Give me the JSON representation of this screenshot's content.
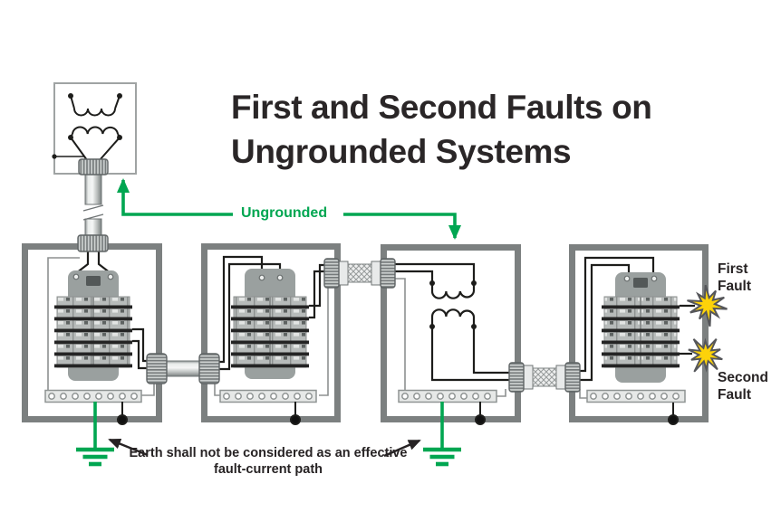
{
  "title": {
    "line1": "First and Second Faults on",
    "line2": "Ungrounded Systems"
  },
  "annotations": {
    "ungrounded": "Ungrounded",
    "first_fault": "First Fault",
    "second_fault": "Second Fault",
    "earth_note": "Earth shall not be considered as an effective fault-current path"
  },
  "colors": {
    "accent_green": "#00a651",
    "fault_yellow": "#fdd20a",
    "ink": "#2a2627",
    "enclosure_gray": "#7c8080"
  },
  "components": {
    "utility_transformer": "utility-transformer-icon",
    "enclosure_1": "service-panelboard-icon",
    "enclosure_2": "subpanel-panelboard-icon",
    "enclosure_3": "transformer-coil-icon",
    "enclosure_4": "panelboard-with-faults-icon",
    "grounds": "earth-ground-icon",
    "faults": "fault-starburst-icon",
    "conduits": "conduit-icon"
  }
}
